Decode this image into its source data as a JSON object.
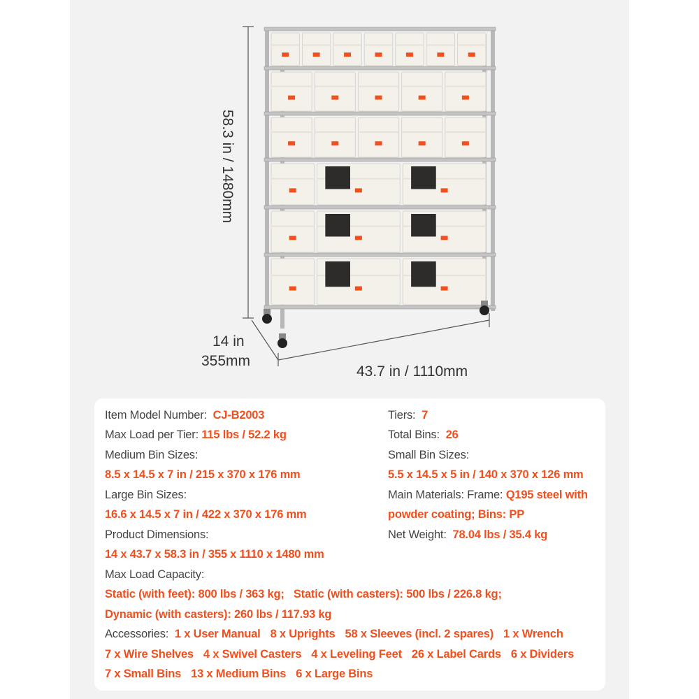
{
  "dimensions": {
    "height": "58.3 in / 1480mm",
    "depth_in": "14 in",
    "depth_mm": "355mm",
    "width": "43.7 in / 1110mm"
  },
  "colors": {
    "accent": "#f0501e",
    "background": "#f2f2f2",
    "card": "#ffffff",
    "bin": "#f4f1ea",
    "frame": "#b8b8b8"
  },
  "rack": {
    "tiers": 7,
    "rows": [
      {
        "small": 7
      },
      {
        "medium": 5
      },
      {
        "medium": 5
      },
      {
        "medium": 1,
        "large": 2
      },
      {
        "medium": 1,
        "large": 2
      },
      {
        "medium": 1,
        "large": 2
      }
    ]
  },
  "specs": {
    "model_label": "Item Model Number:",
    "model_value": "CJ-B2003",
    "max_load_tier_label": "Max Load per Tier:",
    "max_load_tier_value": "115 lbs / 52.2 kg",
    "medium_label": "Medium Bin Sizes:",
    "medium_value": "8.5 x 14.5 x 7 in / 215 x 370 x 176 mm",
    "large_label": "Large Bin Sizes:",
    "large_value": "16.6 x 14.5 x 7 in / 422 x 370 x 176 mm",
    "product_dim_label": "Product Dimensions:",
    "product_dim_value": "14 x 43.7 x 58.3 in / 355 x 1110 x 1480 mm",
    "tiers_label": "Tiers:",
    "tiers_value": "7",
    "total_bins_label": "Total Bins:",
    "total_bins_value": "26",
    "small_label": "Small Bin Sizes:",
    "small_value": "5.5 x 14.5 x 5 in / 140 x 370 x 126 mm",
    "materials_label": "Main Materials: Frame:",
    "materials_value_1": "Q195 steel with",
    "materials_value_2": "powder coating; Bins: PP",
    "net_weight_label": "Net Weight:",
    "net_weight_value": "78.04 lbs / 35.4 kg",
    "max_load_capacity_label": "Max Load Capacity:",
    "static_feet": "Static (with feet): 800 lbs / 363 kg;",
    "static_casters": "Static (with casters): 500 lbs / 226.8 kg;",
    "dynamic_casters": "Dynamic (with casters): 260 lbs / 117.93 kg",
    "accessories_label": "Accessories:",
    "accessories": [
      "1 x User Manual",
      "8 x Uprights",
      "58 x Sleeves (incl. 2 spares)",
      "1 x Wrench",
      "7 x Wire Shelves",
      "4 x Swivel Casters",
      "4 x Leveling Feet",
      "26 x Label Cards",
      "6 x Dividers",
      "7 x Small Bins",
      "13 x Medium Bins",
      "6 x Large Bins"
    ]
  }
}
